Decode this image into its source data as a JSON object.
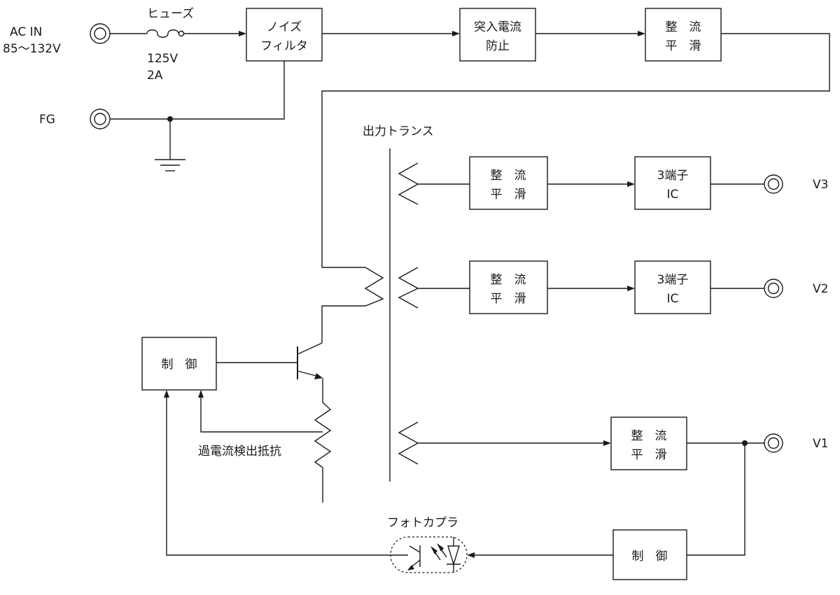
{
  "inputs": {
    "ac_in": "AC IN",
    "ac_range": "85〜132V",
    "fg": "FG"
  },
  "fuse": {
    "name": "ヒューズ",
    "voltage": "125V",
    "current": "2A"
  },
  "blocks": {
    "noise_filter": [
      "ノイズ",
      "フィルタ"
    ],
    "inrush": [
      "突入電流",
      "防止"
    ],
    "rect_primary": [
      "整　流",
      "平　滑"
    ],
    "rect_v3": [
      "整　流",
      "平　滑"
    ],
    "reg_v3": [
      "3端子",
      "IC"
    ],
    "rect_v2": [
      "整　流",
      "平　滑"
    ],
    "reg_v2": [
      "3端子",
      "IC"
    ],
    "rect_v1": [
      "整　流",
      "平　滑"
    ],
    "control_primary": "制　御",
    "control_secondary": "制　御"
  },
  "labels": {
    "transformer": "出力トランス",
    "resistor": "過電流検出抵抗",
    "photocoupler": "フォトカプラ"
  },
  "outputs": {
    "v3": "V3",
    "v2": "V2",
    "v1": "V1"
  },
  "colors": {
    "line": "#1a1a1a",
    "background": "#ffffff"
  }
}
